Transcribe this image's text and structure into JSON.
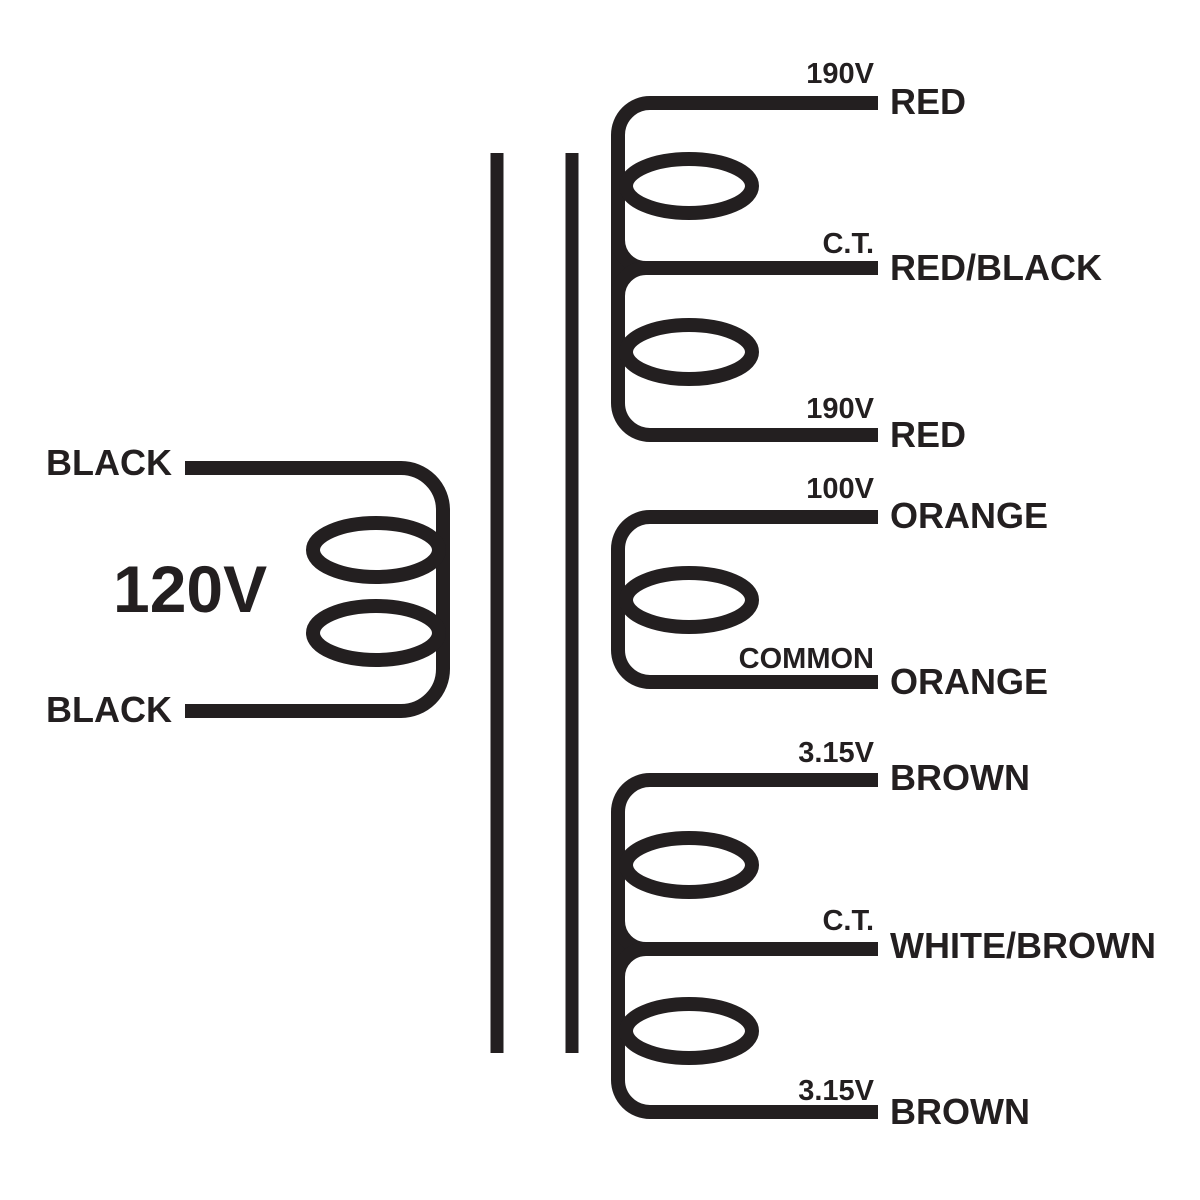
{
  "ink": "#231f20",
  "background": "#ffffff",
  "primary": {
    "voltage": "120V",
    "leads": [
      "BLACK",
      "BLACK"
    ]
  },
  "secondaries": [
    {
      "taps": [
        {
          "label": "190V",
          "wire": "RED"
        },
        {
          "label": "C.T.",
          "wire": "RED/BLACK"
        },
        {
          "label": "190V",
          "wire": "RED"
        }
      ]
    },
    {
      "taps": [
        {
          "label": "100V",
          "wire": "ORANGE"
        },
        {
          "label": "COMMON",
          "wire": "ORANGE"
        }
      ]
    },
    {
      "taps": [
        {
          "label": "3.15V",
          "wire": "BROWN"
        },
        {
          "label": "C.T.",
          "wire": "WHITE/BROWN"
        },
        {
          "label": "3.15V",
          "wire": "BROWN"
        }
      ]
    }
  ]
}
